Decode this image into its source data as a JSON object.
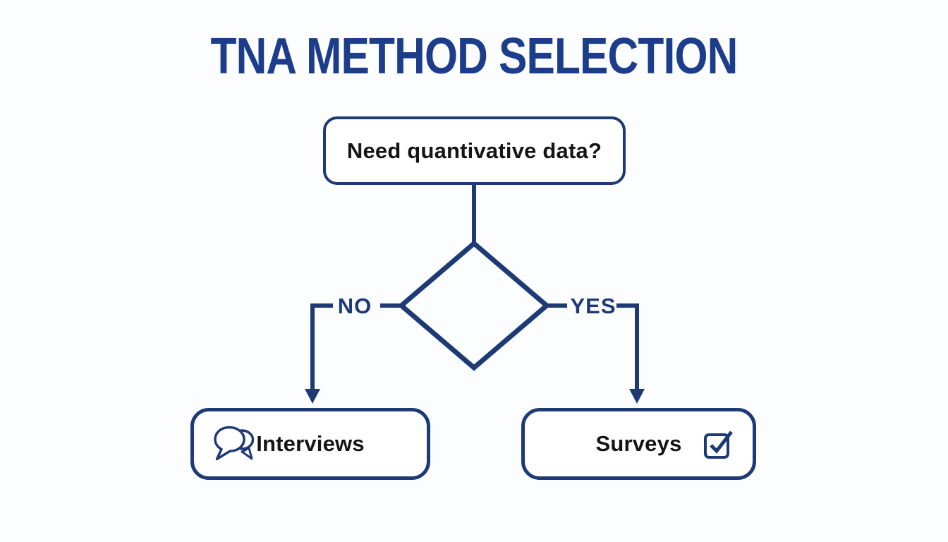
{
  "title": "TNA METHOD SELECTION",
  "colors": {
    "navy": "#1e3a76",
    "titleBlue": "#1c3c8c",
    "ink": "#151515",
    "bg": "#fcfdfe"
  },
  "flowchart": {
    "question": "Need quantivative data?",
    "no": {
      "label": "NO",
      "node": "Interviews",
      "icon": "chat-bubbles-icon"
    },
    "yes": {
      "label": "YES",
      "node": "Surveys",
      "icon": "checkbox-checked-icon"
    }
  }
}
